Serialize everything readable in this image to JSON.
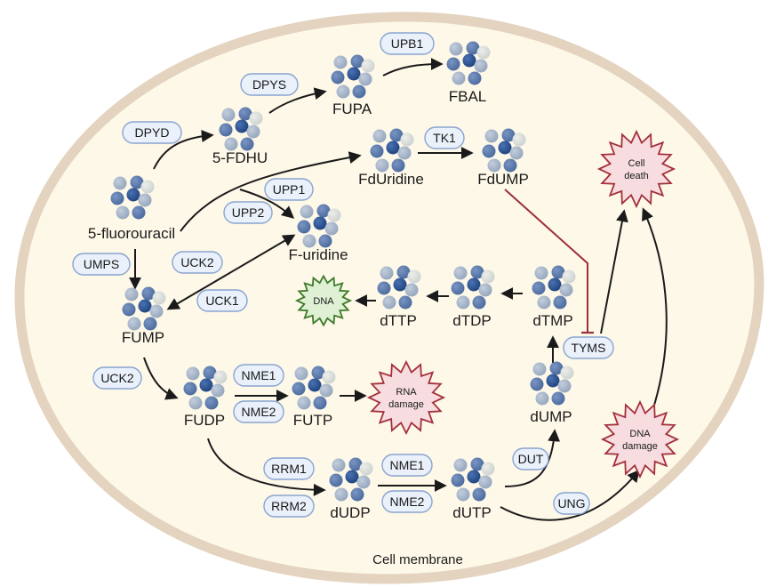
{
  "diagram": {
    "title": "5-fluorouracil metabolism",
    "membrane_label": "Cell membrane",
    "colors": {
      "membrane_stroke": "#e3d3bf",
      "cytoplasm_fill": "#fdf8e8",
      "enzyme_fill": "#eaf1fb",
      "enzyme_stroke": "#8aa4d0",
      "arrow": "#1a1a1a",
      "inhibition": "#9b2f3a",
      "damage_fill": "#f7dde0",
      "damage_stroke": "#a3303c",
      "dna_fill": "#dff0d4",
      "dna_stroke": "#3f7a2a",
      "atom_dark": "#274f8f",
      "atom_mid": "#5876a8",
      "atom_light": "#a6b4c8",
      "atom_pale": "#d7dbd8"
    },
    "molecules": [
      {
        "id": "5fu",
        "label": "5-fluorouracil"
      },
      {
        "id": "5fdhu",
        "label": "5-FDHU"
      },
      {
        "id": "fupa",
        "label": "FUPA"
      },
      {
        "id": "fbal",
        "label": "FBAL"
      },
      {
        "id": "fduridine",
        "label": "FdUridine"
      },
      {
        "id": "fdump",
        "label": "FdUMP"
      },
      {
        "id": "furidine",
        "label": "F-uridine"
      },
      {
        "id": "fump",
        "label": "FUMP"
      },
      {
        "id": "fudp",
        "label": "FUDP"
      },
      {
        "id": "futp",
        "label": "FUTP"
      },
      {
        "id": "dttp",
        "label": "dTTP"
      },
      {
        "id": "dtdp",
        "label": "dTDP"
      },
      {
        "id": "dtmp",
        "label": "dTMP"
      },
      {
        "id": "dump",
        "label": "dUMP"
      },
      {
        "id": "dudp",
        "label": "dUDP"
      },
      {
        "id": "dutp",
        "label": "dUTP"
      }
    ],
    "enzymes": [
      {
        "id": "dpyd",
        "label": "DPYD"
      },
      {
        "id": "dpys",
        "label": "DPYS"
      },
      {
        "id": "upb1",
        "label": "UPB1"
      },
      {
        "id": "tk1",
        "label": "TK1"
      },
      {
        "id": "upp1",
        "label": "UPP1"
      },
      {
        "id": "upp2",
        "label": "UPP2"
      },
      {
        "id": "umps",
        "label": "UMPS"
      },
      {
        "id": "uck2a",
        "label": "UCK2"
      },
      {
        "id": "uck1",
        "label": "UCK1"
      },
      {
        "id": "uck2b",
        "label": "UCK2"
      },
      {
        "id": "nme1a",
        "label": "NME1"
      },
      {
        "id": "nme2a",
        "label": "NME2"
      },
      {
        "id": "tyms",
        "label": "TYMS"
      },
      {
        "id": "rrm1",
        "label": "RRM1"
      },
      {
        "id": "rrm2",
        "label": "RRM2"
      },
      {
        "id": "nme1b",
        "label": "NME1"
      },
      {
        "id": "nme2b",
        "label": "NME2"
      },
      {
        "id": "dut",
        "label": "DUT"
      },
      {
        "id": "ung",
        "label": "UNG"
      }
    ],
    "outcomes": [
      {
        "id": "cell-death",
        "lines": [
          "Cell",
          "death"
        ],
        "kind": "damage"
      },
      {
        "id": "rna-damage",
        "lines": [
          "RNA",
          "damage"
        ],
        "kind": "damage"
      },
      {
        "id": "dna-damage",
        "lines": [
          "DNA",
          "damage"
        ],
        "kind": "damage"
      },
      {
        "id": "dna",
        "lines": [
          "DNA"
        ],
        "kind": "dna"
      }
    ],
    "edges": [
      {
        "from": "5fu",
        "to": "5fdhu",
        "type": "activation"
      },
      {
        "from": "5fdhu",
        "to": "fupa",
        "type": "activation"
      },
      {
        "from": "fupa",
        "to": "fbal",
        "type": "activation"
      },
      {
        "from": "5fu",
        "to": "fduridine",
        "type": "activation"
      },
      {
        "from": "5fu",
        "to": "furidine",
        "type": "activation"
      },
      {
        "from": "fduridine",
        "to": "fdump",
        "type": "activation"
      },
      {
        "from": "5fu",
        "to": "fump",
        "type": "activation"
      },
      {
        "from": "furidine",
        "to": "fump",
        "type": "bidirectional"
      },
      {
        "from": "fump",
        "to": "fudp",
        "type": "activation"
      },
      {
        "from": "fudp",
        "to": "futp",
        "type": "activation"
      },
      {
        "from": "futp",
        "to": "rna-damage",
        "type": "activation"
      },
      {
        "from": "fudp",
        "to": "dudp",
        "type": "activation"
      },
      {
        "from": "dudp",
        "to": "dutp",
        "type": "activation"
      },
      {
        "from": "dutp",
        "to": "dump",
        "type": "activation"
      },
      {
        "from": "dutp",
        "to": "dna-damage",
        "type": "activation"
      },
      {
        "from": "dump",
        "to": "dtmp",
        "type": "activation"
      },
      {
        "from": "dtmp",
        "to": "dtdp",
        "type": "activation"
      },
      {
        "from": "dtdp",
        "to": "dttp",
        "type": "activation"
      },
      {
        "from": "dttp",
        "to": "dna",
        "type": "activation"
      },
      {
        "from": "fdump",
        "to": "tyms",
        "type": "inhibition"
      },
      {
        "from": "tyms",
        "to": "cell-death",
        "type": "activation"
      },
      {
        "from": "dna-damage",
        "to": "cell-death",
        "type": "activation"
      }
    ]
  }
}
